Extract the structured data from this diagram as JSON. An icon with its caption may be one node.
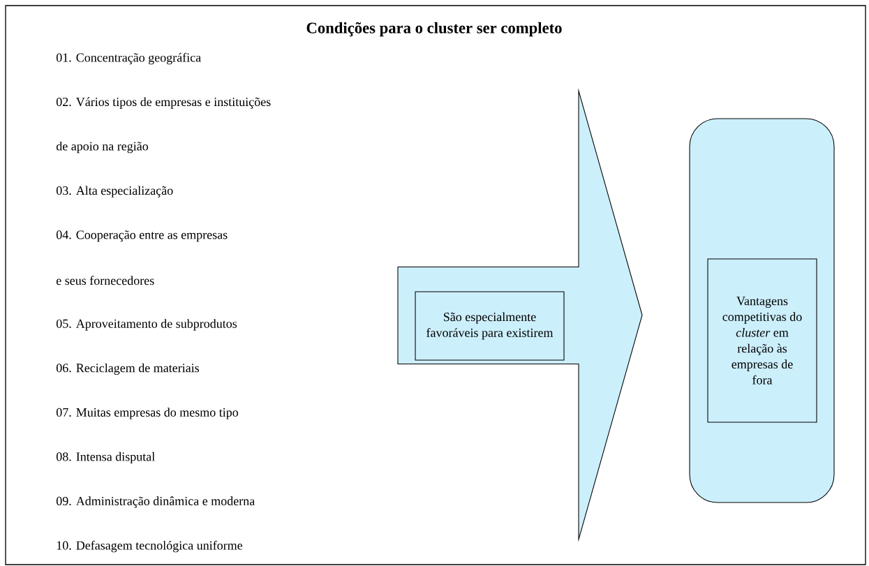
{
  "diagram": {
    "title": "Condições para o cluster ser completo",
    "nodes": [
      {
        "text": [],
        "shape": "arrow"
      },
      {
        "text": [
          "São especialmente favoráveis para existirem"
        ],
        "in": 0
      },
      {
        "text": [],
        "shape": "box"
      },
      {
        "text": [
          "Vantagens competitivas do *cluster* em relação às empresas de fora"
        ],
        "in": 2
      }
    ],
    "labels": [
      "01. Concentração geográfica",
      "02. Vários tipos de empresas e instituições",
      "de apoio na região",
      "03. Alta especialização",
      "04. Cooperação entre as empresas",
      "e seus fornecedores",
      "05. Aproveitamento de subprodutos",
      "06. Reciclagem de materiais",
      "07. Muitas empresas do mesmo tipo",
      "08. Intensa disputal",
      "09. Administração dinâmica e moderna",
      "10. Defasagem tecnológica uniforme"
    ]
  }
}
